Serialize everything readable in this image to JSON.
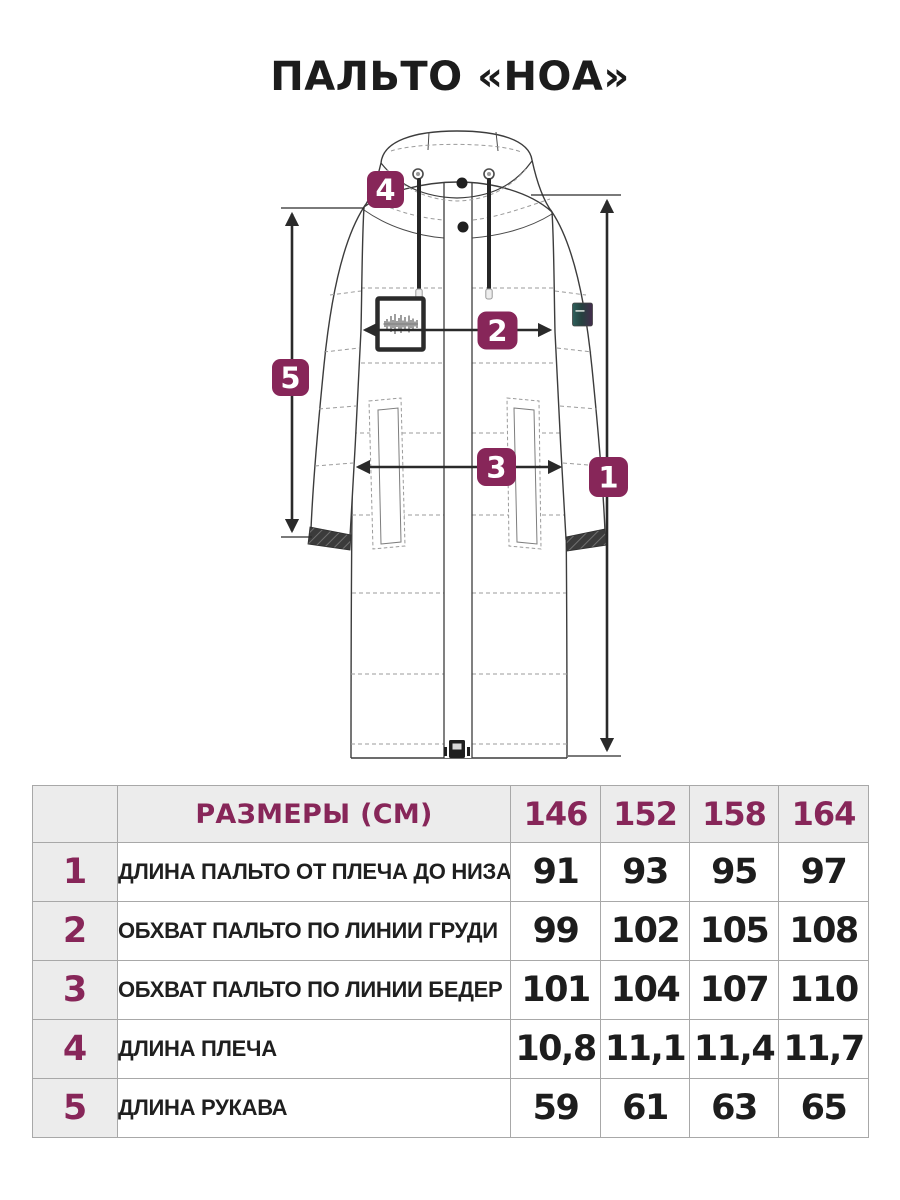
{
  "title": "ПАЛЬТО «НОА»",
  "accent_color": "#872659",
  "diagram": {
    "badges": [
      "1",
      "2",
      "3",
      "4",
      "5"
    ]
  },
  "table": {
    "header": {
      "label": "РАЗМЕРЫ (СМ)",
      "sizes": [
        "146",
        "152",
        "158",
        "164"
      ]
    },
    "rows": [
      {
        "num": "1",
        "label": "ДЛИНА ПАЛЬТО ОТ ПЛЕЧА ДО НИЗА",
        "values": [
          "91",
          "93",
          "95",
          "97"
        ]
      },
      {
        "num": "2",
        "label": "ОБХВАТ ПАЛЬТО ПО ЛИНИИ ГРУДИ",
        "values": [
          "99",
          "102",
          "105",
          "108"
        ]
      },
      {
        "num": "3",
        "label": "ОБХВАТ ПАЛЬТО ПО ЛИНИИ БЕДЕР",
        "values": [
          "101",
          "104",
          "107",
          "110"
        ]
      },
      {
        "num": "4",
        "label": "ДЛИНА ПЛЕЧА",
        "values": [
          "10,8",
          "11,1",
          "11,4",
          "11,7"
        ]
      },
      {
        "num": "5",
        "label": "ДЛИНА РУКАВА",
        "values": [
          "59",
          "61",
          "63",
          "65"
        ]
      }
    ]
  }
}
